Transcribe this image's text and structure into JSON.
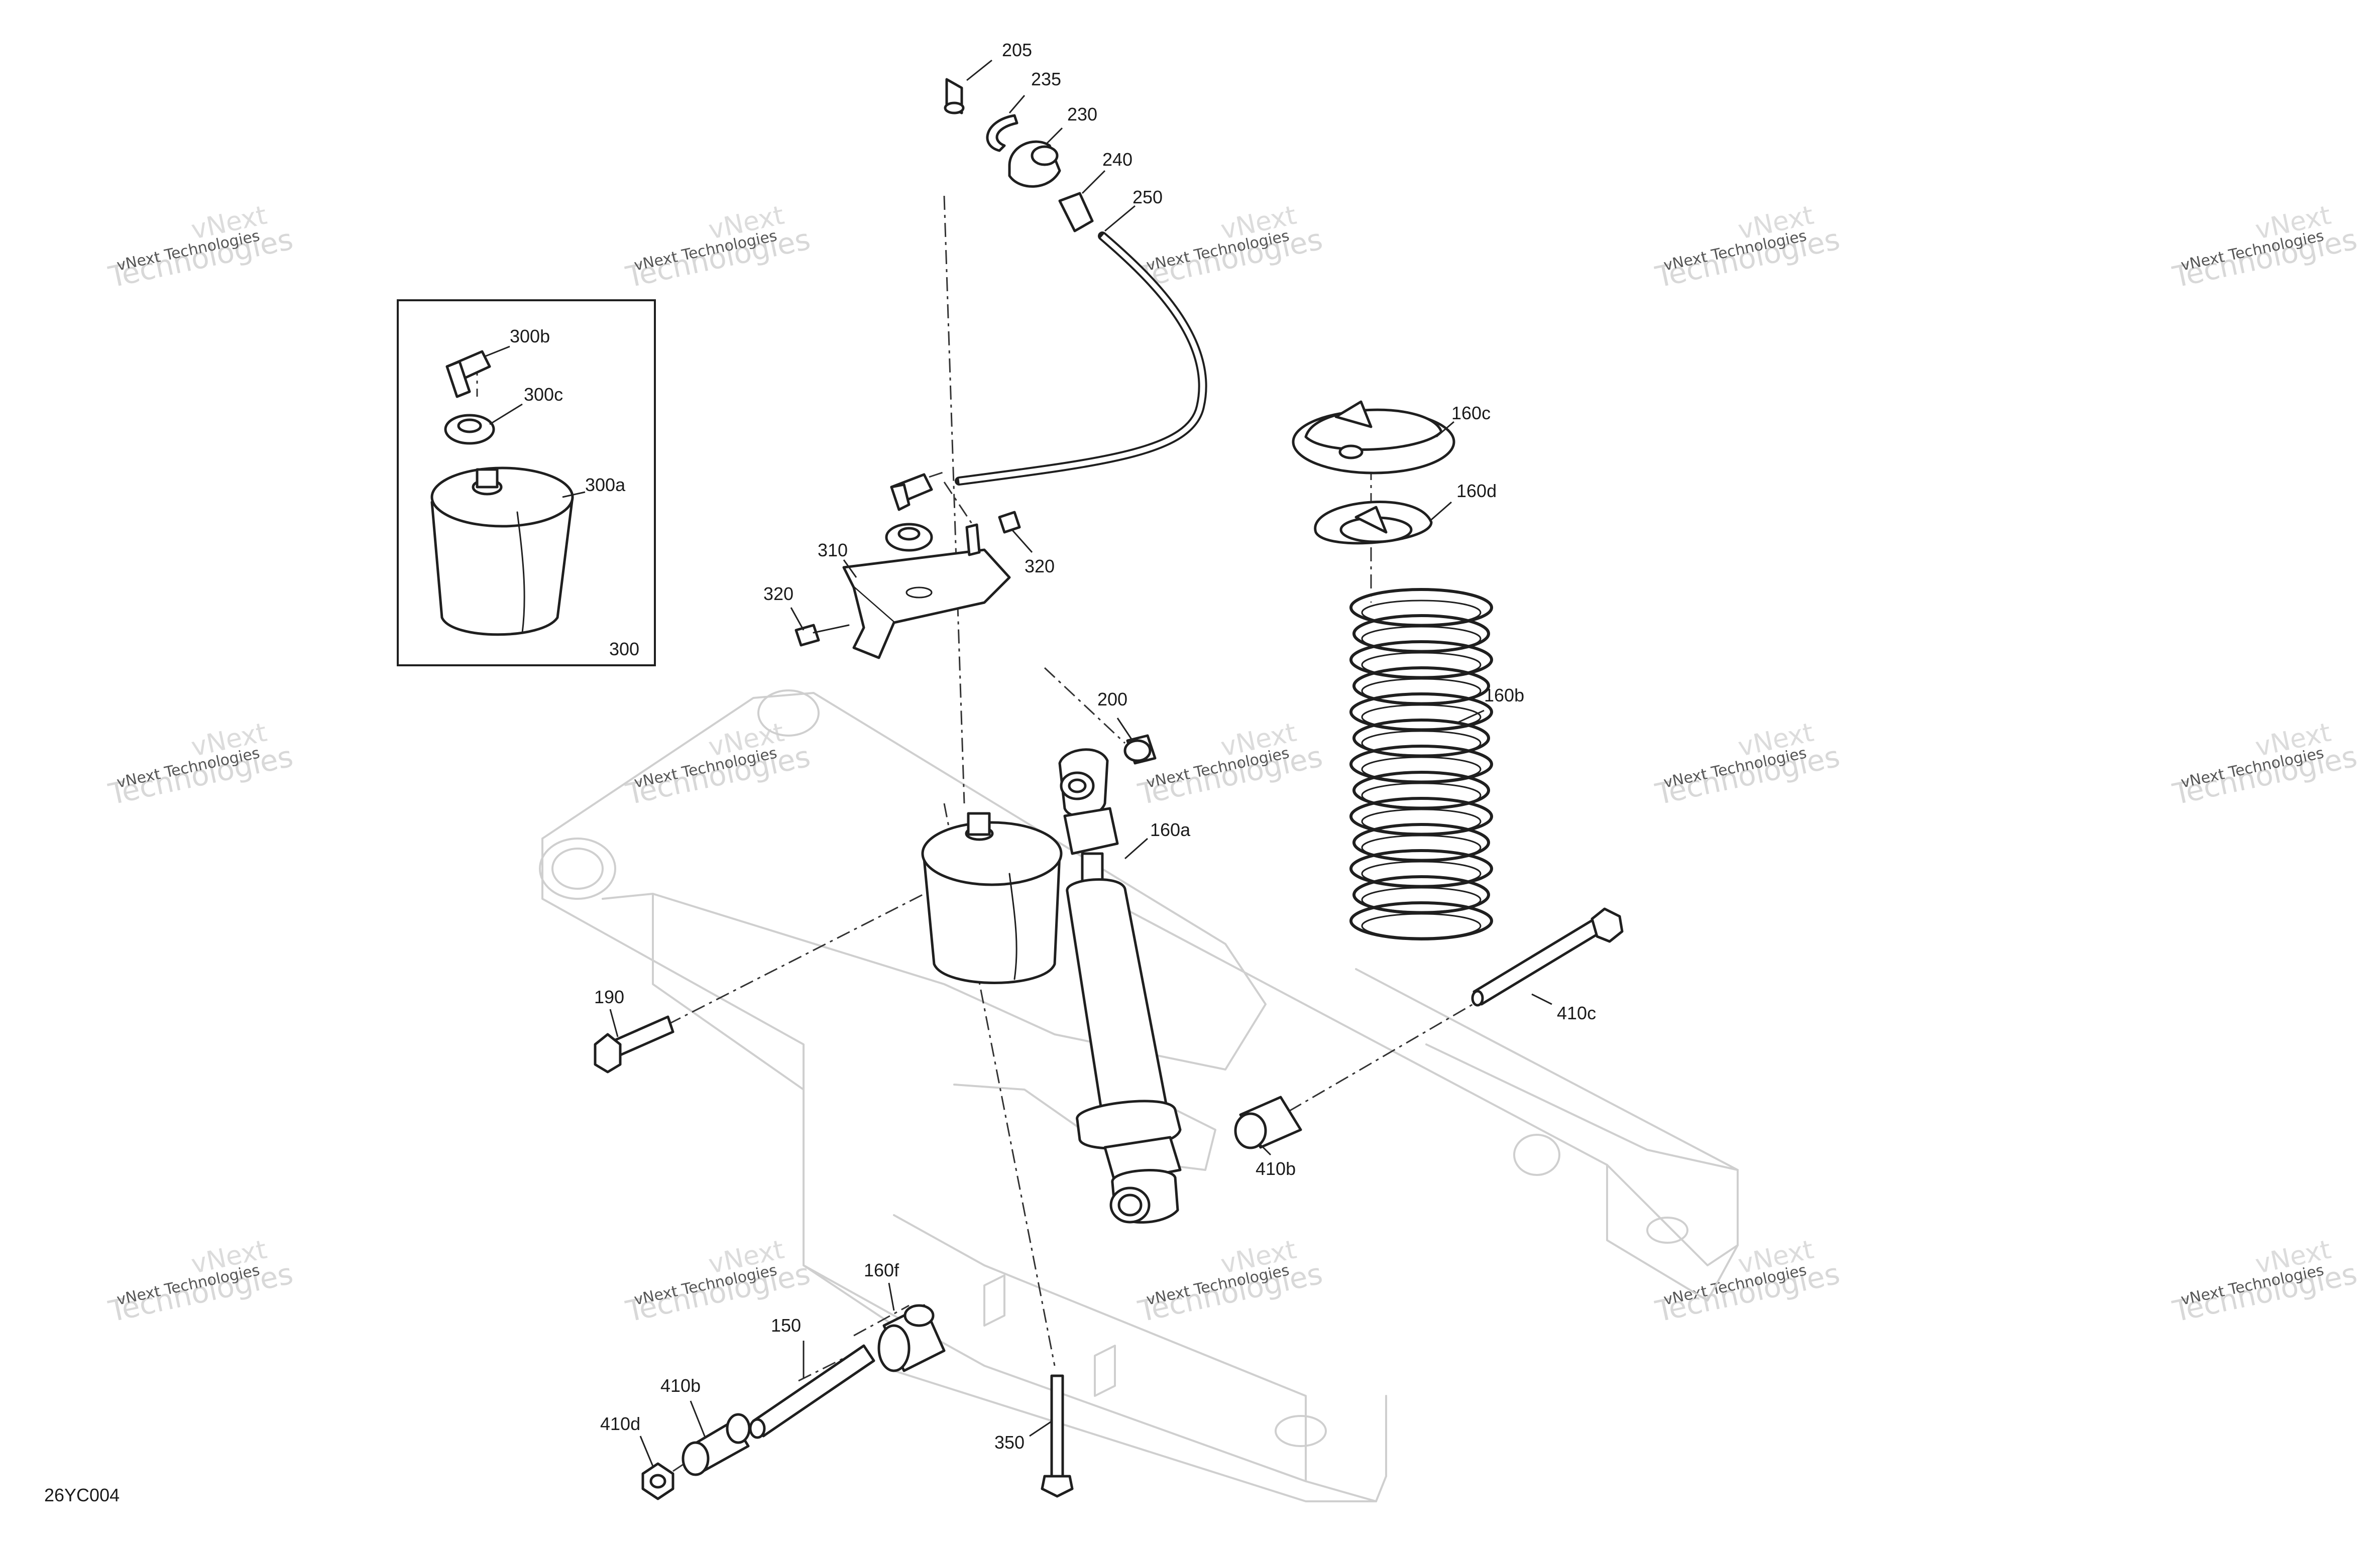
{
  "drawing_code": "26YC004",
  "watermark_text": "vNext Technologies",
  "watermark_text_large": "Technologies",
  "watermark_small_prefix": "vNext",
  "callouts": [
    {
      "id": "205"
    },
    {
      "id": "235"
    },
    {
      "id": "230"
    },
    {
      "id": "240"
    },
    {
      "id": "250"
    },
    {
      "id": "300b"
    },
    {
      "id": "300c"
    },
    {
      "id": "300a"
    },
    {
      "id": "300"
    },
    {
      "id": "310"
    },
    {
      "id": "320a",
      "text": "320"
    },
    {
      "id": "320b",
      "text": "320"
    },
    {
      "id": "160c"
    },
    {
      "id": "160d"
    },
    {
      "id": "160b"
    },
    {
      "id": "160a"
    },
    {
      "id": "200"
    },
    {
      "id": "190"
    },
    {
      "id": "410c"
    },
    {
      "id": "410b"
    },
    {
      "id": "160f"
    },
    {
      "id": "150"
    },
    {
      "id": "410b2",
      "text": "410b"
    },
    {
      "id": "410d"
    },
    {
      "id": "350"
    }
  ],
  "colors": {
    "ink": "#1f1f1f",
    "ghost": "#cfcfcf",
    "watermark": "#8c8c8c"
  }
}
